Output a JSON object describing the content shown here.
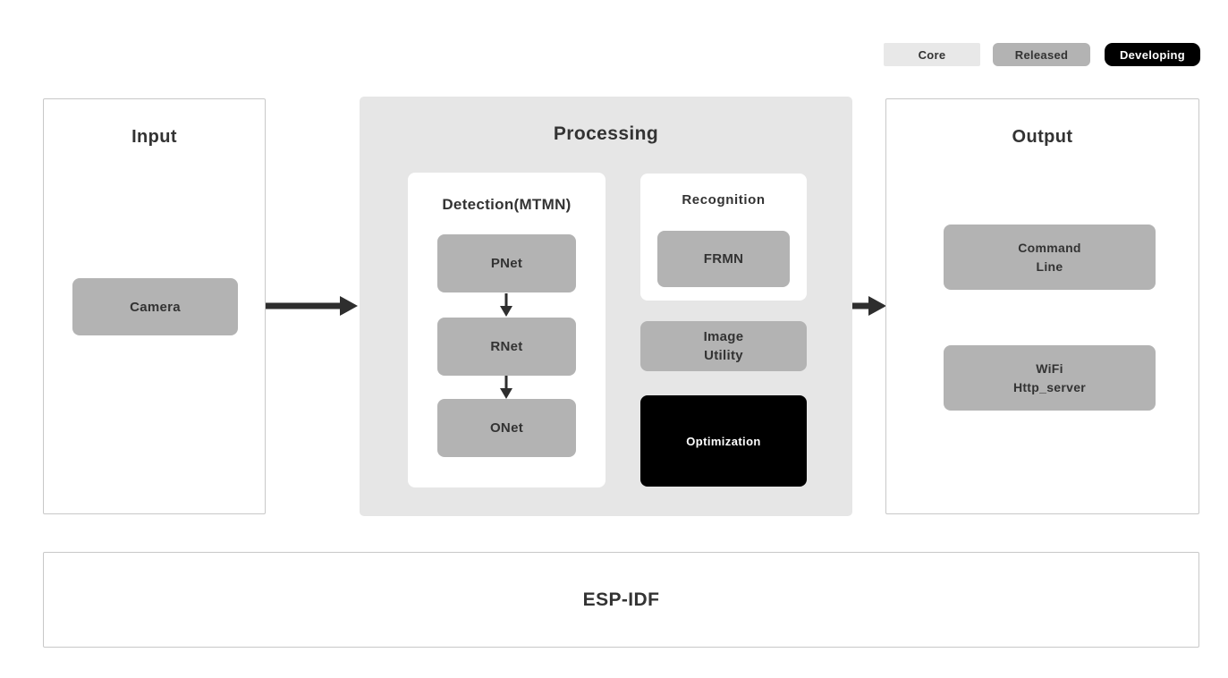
{
  "legend": {
    "items": [
      {
        "label": "Core",
        "color": "#e8e8e8",
        "text_color": "#333333"
      },
      {
        "label": "Released",
        "color": "#b3b3b3",
        "text_color": "#333333"
      },
      {
        "label": "Developing",
        "color": "#000000",
        "text_color": "#ffffff"
      }
    ]
  },
  "input": {
    "title": "Input",
    "camera": {
      "label": "Camera",
      "status": "released"
    }
  },
  "processing": {
    "title": "Processing",
    "detection": {
      "title": "Detection(MTMN)",
      "pnet": "PNet",
      "rnet": "RNet",
      "onet": "ONet",
      "flow": "PNet -> RNet -> ONet",
      "status": "released"
    },
    "recognition": {
      "title": "Recognition",
      "frmn": "FRMN",
      "status": "released"
    },
    "image_utility": {
      "line1": "Image",
      "line2": "Utility",
      "status": "released"
    },
    "optimization": {
      "label": "Optimization",
      "status": "developing"
    }
  },
  "output": {
    "title": "Output",
    "command_line": {
      "line1": "Command",
      "line2": "Line",
      "status": "released"
    },
    "wifi": {
      "line1": "WiFi",
      "line2": "Http_server",
      "status": "released"
    }
  },
  "foundation": {
    "label": "ESP-IDF"
  },
  "colors": {
    "core_gray": "#e8e8e8",
    "released_gray": "#b3b3b3",
    "developing_black": "#000000",
    "processing_background": "#e6e6e6",
    "box_border": "#c8c8c8",
    "text": "#333333",
    "arrow": "#2e2e2e",
    "page_background": "#ffffff"
  }
}
